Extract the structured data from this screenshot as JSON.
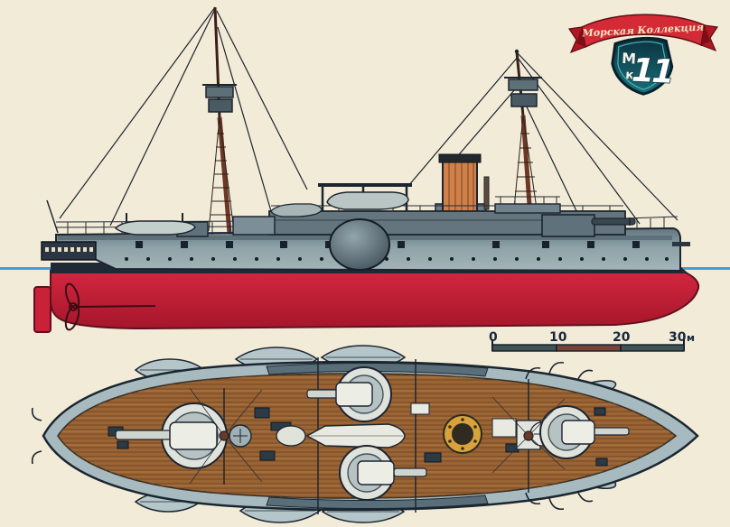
{
  "logo": {
    "ribbon_text": "Морская Коллекция",
    "badge_letter_top": "М",
    "badge_letter_bottom": "к",
    "issue_number": "11",
    "ribbon_color": "#d42a35",
    "badge_color": "#14606b"
  },
  "scale_bar": {
    "ticks": [
      "0",
      "10",
      "20",
      "30"
    ],
    "unit": "м",
    "segment_colors": [
      "#3f5356",
      "#77443a",
      "#3f5356"
    ]
  },
  "colors": {
    "background": "#f2ebd7",
    "ink": "#1c2430",
    "waterline_blue": "#3da4cf",
    "hull_red": "#c92137",
    "boot_stripe": "#202a36",
    "hull_gray": "#7e939d",
    "bulwark_gray": "#64757e",
    "deck_brown": "#9a6434",
    "plan_edge_gray": "#a6bacf",
    "boat_gray": "#b5c6ca",
    "funnel_tan": "#d08049",
    "mast_brown": "#6e3726",
    "turret_white": "#e9ebe2",
    "funnel_ring_yellow": "#d9a33c"
  }
}
